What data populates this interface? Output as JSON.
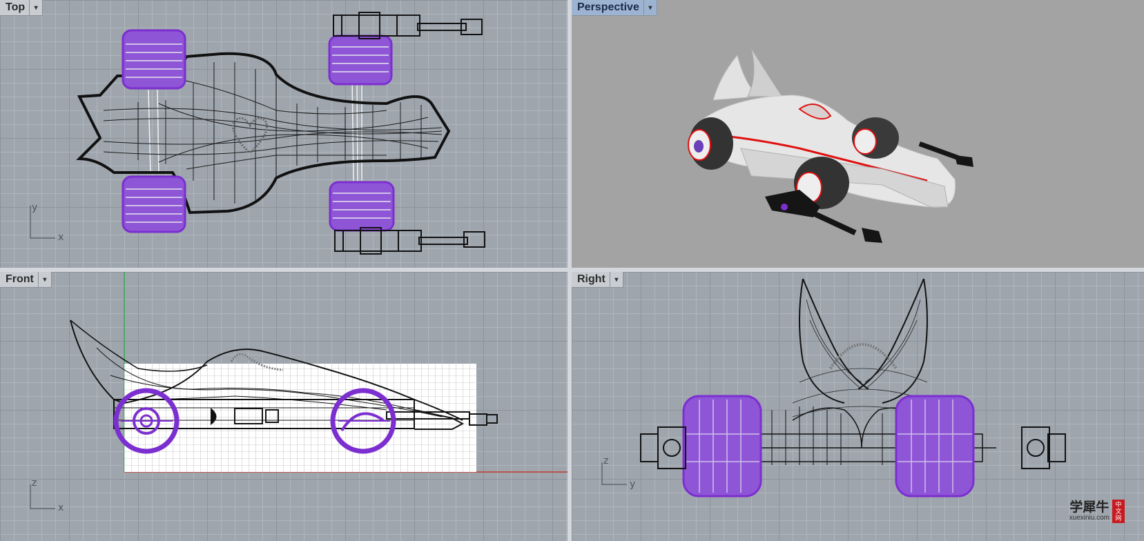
{
  "viewports": {
    "top": {
      "label": "Top",
      "axis_v": "y",
      "axis_h": "x"
    },
    "perspective": {
      "label": "Perspective"
    },
    "front": {
      "label": "Front",
      "axis_v": "z",
      "axis_h": "x"
    },
    "right": {
      "label": "Right",
      "axis_v": "z",
      "axis_h": "y"
    }
  },
  "dropdown_glyph": "▾",
  "watermark": {
    "cn": "学犀牛",
    "en": "xuexiniu.com",
    "badge": "中文网"
  },
  "colors": {
    "wheel": "#7c2fd0",
    "wire": "#111111",
    "active_tab": "#9cb3d1",
    "axis_green": "#2fa84f",
    "axis_red": "#c0392b",
    "render_trim": "#e01010"
  }
}
